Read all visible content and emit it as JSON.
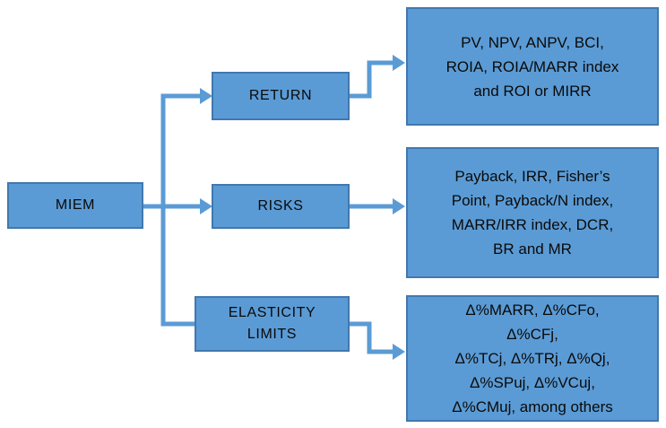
{
  "diagram": {
    "root": {
      "label": "MIEM"
    },
    "branches": [
      {
        "label": "RETURN",
        "details": "PV, NPV, ANPV, BCI,\nROIA, ROIA/MARR index\nand ROI or MIRR"
      },
      {
        "label": "RISKS",
        "details": "Payback, IRR, Fisher’s\nPoint, Payback/N index,\nMARR/IRR index, DCR,\nBR and MR"
      },
      {
        "label": "ELASTICITY\nLIMITS",
        "details": "Δ%MARR, Δ%CFo,\nΔ%CFj,\nΔ%TCj, Δ%TRj, Δ%Qj,\nΔ%SPuj, Δ%VCuj,\nΔ%CMuj, among others"
      }
    ],
    "colors": {
      "box_fill": "#5B9BD5",
      "box_border": "#4178AE",
      "connector": "#5B9BD5",
      "text": "#0A0A0A",
      "background": "#FFFFFF"
    }
  }
}
